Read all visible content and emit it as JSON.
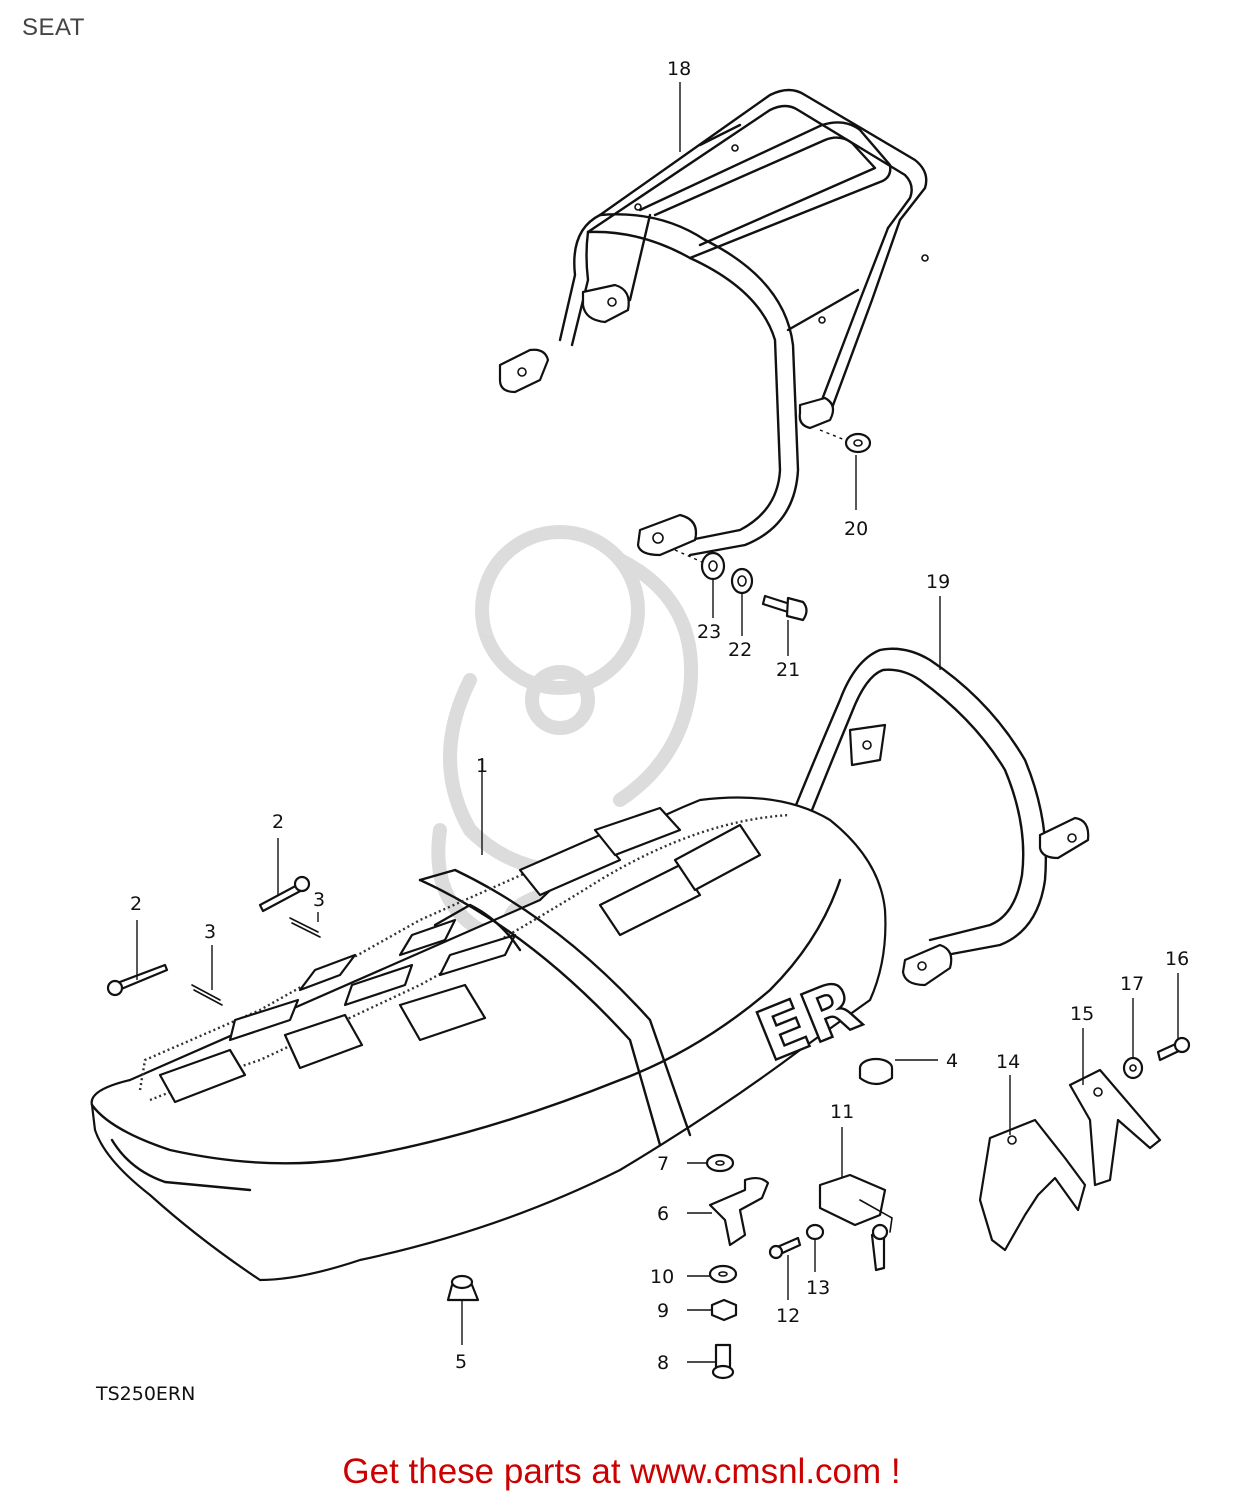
{
  "title": "SEAT",
  "model_code": "TS250ERN",
  "footer": "Get these parts at www.cmsnl.com !",
  "seat_badge": "ER",
  "labels": [
    {
      "id": "1",
      "text": "1"
    },
    {
      "id": "2a",
      "text": "2"
    },
    {
      "id": "2b",
      "text": "2"
    },
    {
      "id": "3a",
      "text": "3"
    },
    {
      "id": "3b",
      "text": "3"
    },
    {
      "id": "4",
      "text": "4"
    },
    {
      "id": "5",
      "text": "5"
    },
    {
      "id": "6",
      "text": "6"
    },
    {
      "id": "7",
      "text": "7"
    },
    {
      "id": "8",
      "text": "8"
    },
    {
      "id": "9",
      "text": "9"
    },
    {
      "id": "10",
      "text": "10"
    },
    {
      "id": "11",
      "text": "11"
    },
    {
      "id": "12",
      "text": "12"
    },
    {
      "id": "13",
      "text": "13"
    },
    {
      "id": "14",
      "text": "14"
    },
    {
      "id": "15",
      "text": "15"
    },
    {
      "id": "16",
      "text": "16"
    },
    {
      "id": "17",
      "text": "17"
    },
    {
      "id": "18",
      "text": "18"
    },
    {
      "id": "19",
      "text": "19"
    },
    {
      "id": "20",
      "text": "20"
    },
    {
      "id": "21",
      "text": "21"
    },
    {
      "id": "22",
      "text": "22"
    },
    {
      "id": "23",
      "text": "23"
    }
  ]
}
